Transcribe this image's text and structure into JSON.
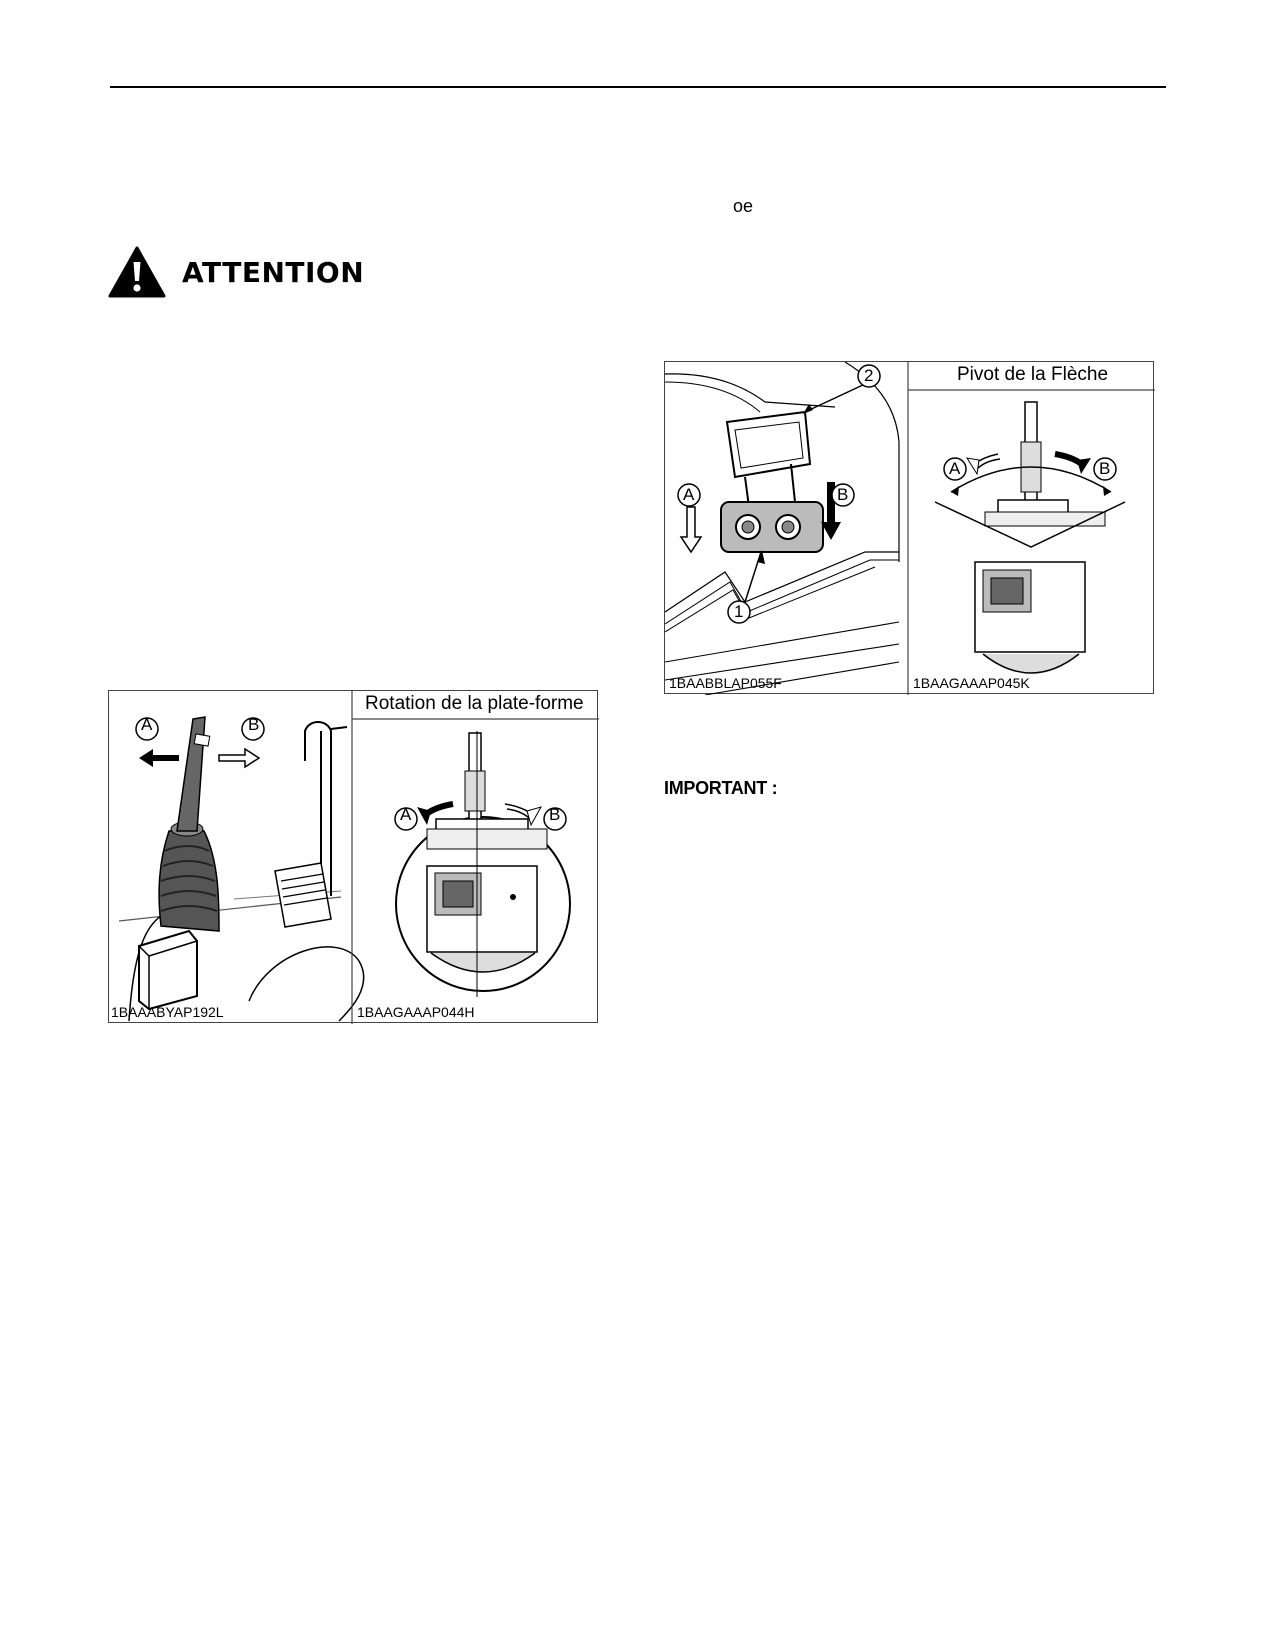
{
  "header": {
    "ligature": "oe"
  },
  "warning": {
    "title": "ATTENTION"
  },
  "important": {
    "label": "IMPORTANT :"
  },
  "figure_left": {
    "heading": "Rotation de la plate-forme",
    "caption_left": "1BAAABYAP192L",
    "caption_right": "1BAAGAAAP044H",
    "label_a": "A",
    "label_b": "B"
  },
  "figure_right": {
    "heading": "Pivot de la Flèche",
    "caption_left": "1BAABBLAP055F",
    "caption_right": "1BAAGAAAP045K",
    "label_a": "A",
    "label_b": "B",
    "callout_1": "1",
    "callout_2": "2"
  }
}
